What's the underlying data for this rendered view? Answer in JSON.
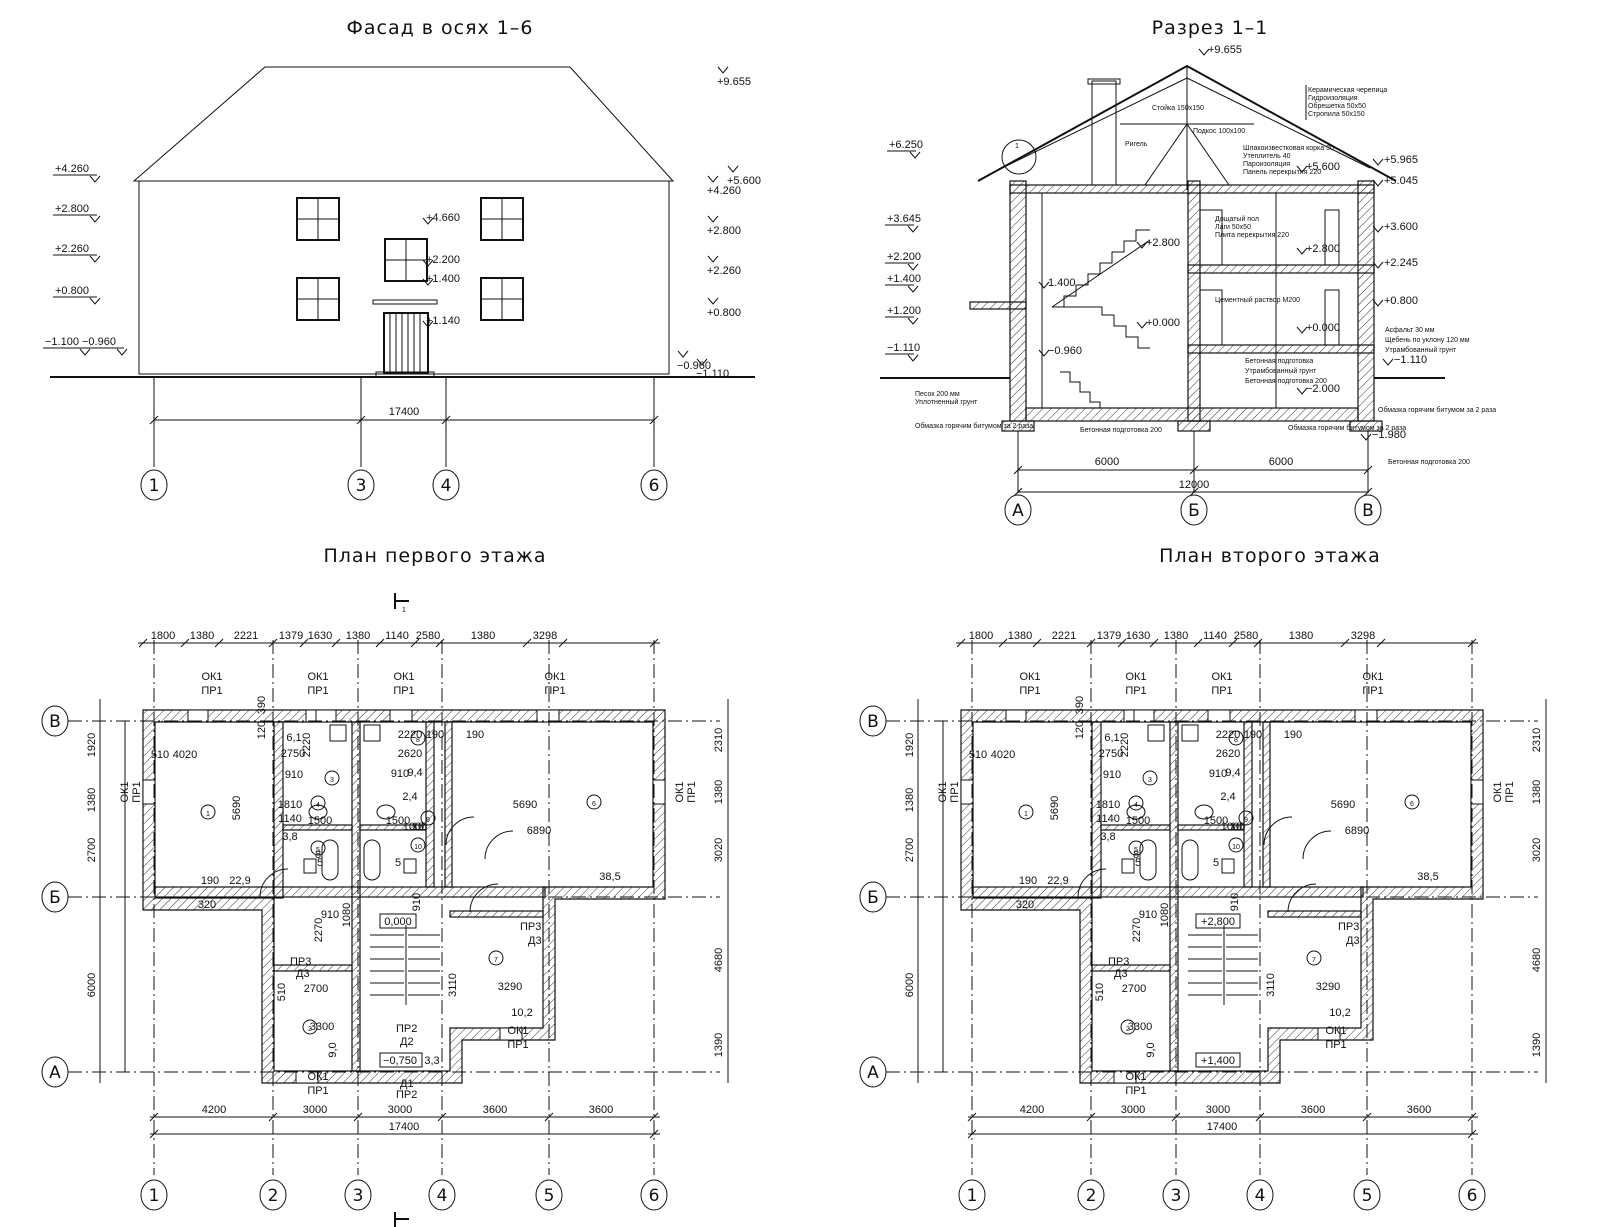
{
  "titles": {
    "facade": "Фасад в осях 1–6",
    "section": "Разрез 1–1",
    "plan1": "План первого этажа",
    "plan2": "План второго этажа"
  },
  "facade": {
    "levels_left": [
      "+4.260",
      "+2.800",
      "+2.260",
      "+0.800",
      "−1.100",
      "−0.960"
    ],
    "levels_right": [
      "+9.655",
      "+5.600",
      "+4.260",
      "+2.800",
      "+2.260",
      "+0.800",
      "−0.960",
      "−1.110"
    ],
    "levels_center": [
      "+4.660",
      "+2.200",
      "+1.400",
      "+1.140"
    ],
    "overall_dim": "17400",
    "axes": [
      "1",
      "3",
      "4",
      "6"
    ]
  },
  "section": {
    "levels_left": [
      "+6.250",
      "+3.645",
      "+2.200",
      "+1.400",
      "+1.200",
      "−1.110"
    ],
    "levels_right": [
      "+5.965",
      "+5.045",
      "+3.600",
      "+2.245",
      "+0.800",
      "−1.110",
      "−1.980"
    ],
    "levels_inner": [
      "+9.655",
      "+5.600",
      "+2.800",
      "+2.800",
      "+0.000",
      "+0.000",
      "−2.000",
      "1.400",
      "−0.960"
    ],
    "dims": [
      "6000",
      "6000",
      "12000"
    ],
    "axes": [
      "А",
      "Б",
      "В"
    ],
    "notes_roof": [
      "Керамическая черепица",
      "Гидроизоляция",
      "Обрешетка 50х50",
      "Стропила 50х150"
    ],
    "notes_inner": [
      "Стойка 150х150",
      "Ригель",
      "Подкос 100х100",
      "Шлакоизвестковая корка 30",
      "Утеплитель 40",
      "Пароизоляция",
      "Панель перекрытия 220",
      "Дощатый пол",
      "Лаги 50х50",
      "Плита перекрытия 220",
      "Цементный раствор М200",
      "Бетонная подготовка",
      "Утрамбованный грунт",
      "Бетонная подготовка 200"
    ],
    "notes_right": [
      "Асфальт 30 мм",
      "Щебень по уклону 120 мм",
      "Утрамбованный грунт",
      "Обмазка горячим битумом за 2 раза",
      "Обмазка горячим битумом за 2 раза",
      "Бетонная подготовка 200"
    ],
    "notes_left": [
      "Песок 200 мм",
      "Уплотненный грунт",
      "Обмазка горячим битумом за 2 раза"
    ],
    "node_label": "1"
  },
  "plan": {
    "top_dims": [
      "1800",
      "1380",
      "2221",
      "1379",
      "1630",
      "1380",
      "1140",
      "2580",
      "1380",
      "3298"
    ],
    "bottom_dims": [
      "4200",
      "3000",
      "3000",
      "3600",
      "3600"
    ],
    "overall_dim": "17400",
    "left_dims": [
      "1920",
      "1380",
      "2700",
      "6000"
    ],
    "right_dims": [
      "2310",
      "1380",
      "3020",
      "4680",
      "1390"
    ],
    "axes_x": [
      "1",
      "2",
      "3",
      "4",
      "5",
      "6"
    ],
    "axes_y": [
      "В",
      "Б",
      "А"
    ],
    "window_label": "ОК1",
    "window_sub": "ПР1",
    "door_labels": [
      "ПР3",
      "Д3",
      "ПР2",
      "Д2",
      "Д1"
    ],
    "rooms": [
      "1",
      "2",
      "3",
      "4",
      "5",
      "6",
      "7",
      "8",
      "9",
      "10"
    ],
    "inner_dims": [
      "4020",
      "5690",
      "510",
      "190",
      "320",
      "22,9",
      "120",
      "390",
      "6,1",
      "2750",
      "2220",
      "910",
      "1810",
      "1140",
      "3,8",
      "1500",
      "1500",
      "2,4",
      "910",
      "2220",
      "2620",
      "9,4",
      "1000",
      "190",
      "190",
      "5690",
      "6890",
      "38,5",
      "2270",
      "2700",
      "510",
      "3300",
      "9,0",
      "3110",
      "3290",
      "10,2",
      "1080",
      "910",
      "910",
      "5",
      "5",
      "8",
      "10"
    ],
    "plan1_levels": [
      "0,000",
      "−0,750",
      "3,3"
    ],
    "plan2_levels": [
      "+2,800",
      "+1,400"
    ],
    "section_mark": "1"
  }
}
